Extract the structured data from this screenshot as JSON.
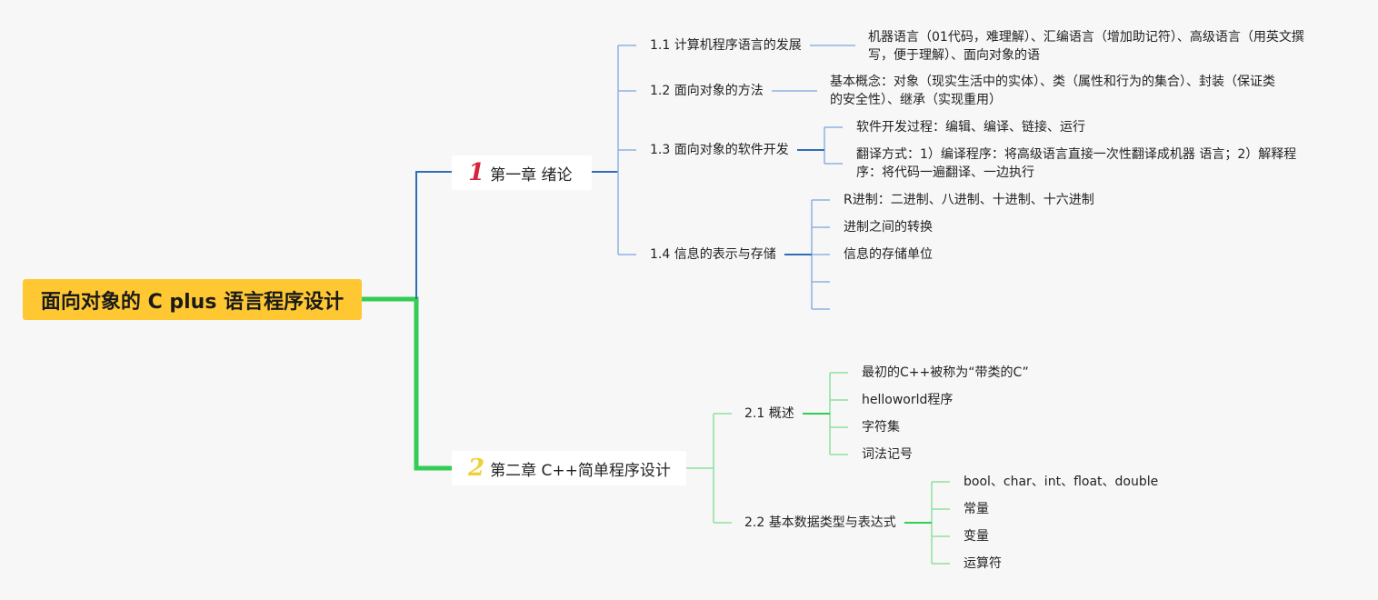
{
  "root": {
    "title": "面向对象的 C plus 语言程序设计"
  },
  "chapter1": {
    "number": "1",
    "title": "第一章 绪论",
    "sections": [
      {
        "title": "1.1 计算机程序语言的发展",
        "items": [
          "机器语言（01代码，难理解）、汇编语言（增加助记符）、高级语言（用英文撰写，便于理解）、面向对象的语"
        ]
      },
      {
        "title": "1.2 面向对象的方法",
        "items": [
          "基本概念：对象（现实生活中的实体）、类（属性和行为的集合）、封装（保证类的安全性）、继承（实现重用）"
        ]
      },
      {
        "title": "1.3 面向对象的软件开发",
        "items": [
          "软件开发过程：编辑、编译、链接、运行",
          "翻译方式：1）编译程序：将高级语言直接一次性翻译成机器 语言；2）解释程序：将代码一遍翻译、一边执行"
        ]
      },
      {
        "title": "1.4 信息的表示与存储",
        "items": [
          "R进制：二进制、八进制、十进制、十六进制",
          "进制之间的转换",
          "信息的存储单位",
          "",
          ""
        ]
      }
    ]
  },
  "chapter2": {
    "number": "2",
    "title": "第二章 C++简单程序设计",
    "sections": [
      {
        "title": "2.1 概述",
        "items": [
          "最初的C++被称为“带类的C”",
          "helloworld程序",
          "字符集",
          "词法记号"
        ]
      },
      {
        "title": "2.2 基本数据类型与表达式",
        "items": [
          "bool、char、int、float、double",
          "常量",
          "变量",
          "运算符"
        ]
      }
    ]
  },
  "colors": {
    "root_fill": "#ffc832",
    "chapter1_line": "#2f6db5",
    "chapter1_sub_line": "#8fb1e3",
    "chapter2_line": "#33cc55",
    "chapter2_sub_line": "#8fe0a0",
    "chapter1_number": "#d8243a",
    "chapter2_number": "#f2cf3a"
  }
}
